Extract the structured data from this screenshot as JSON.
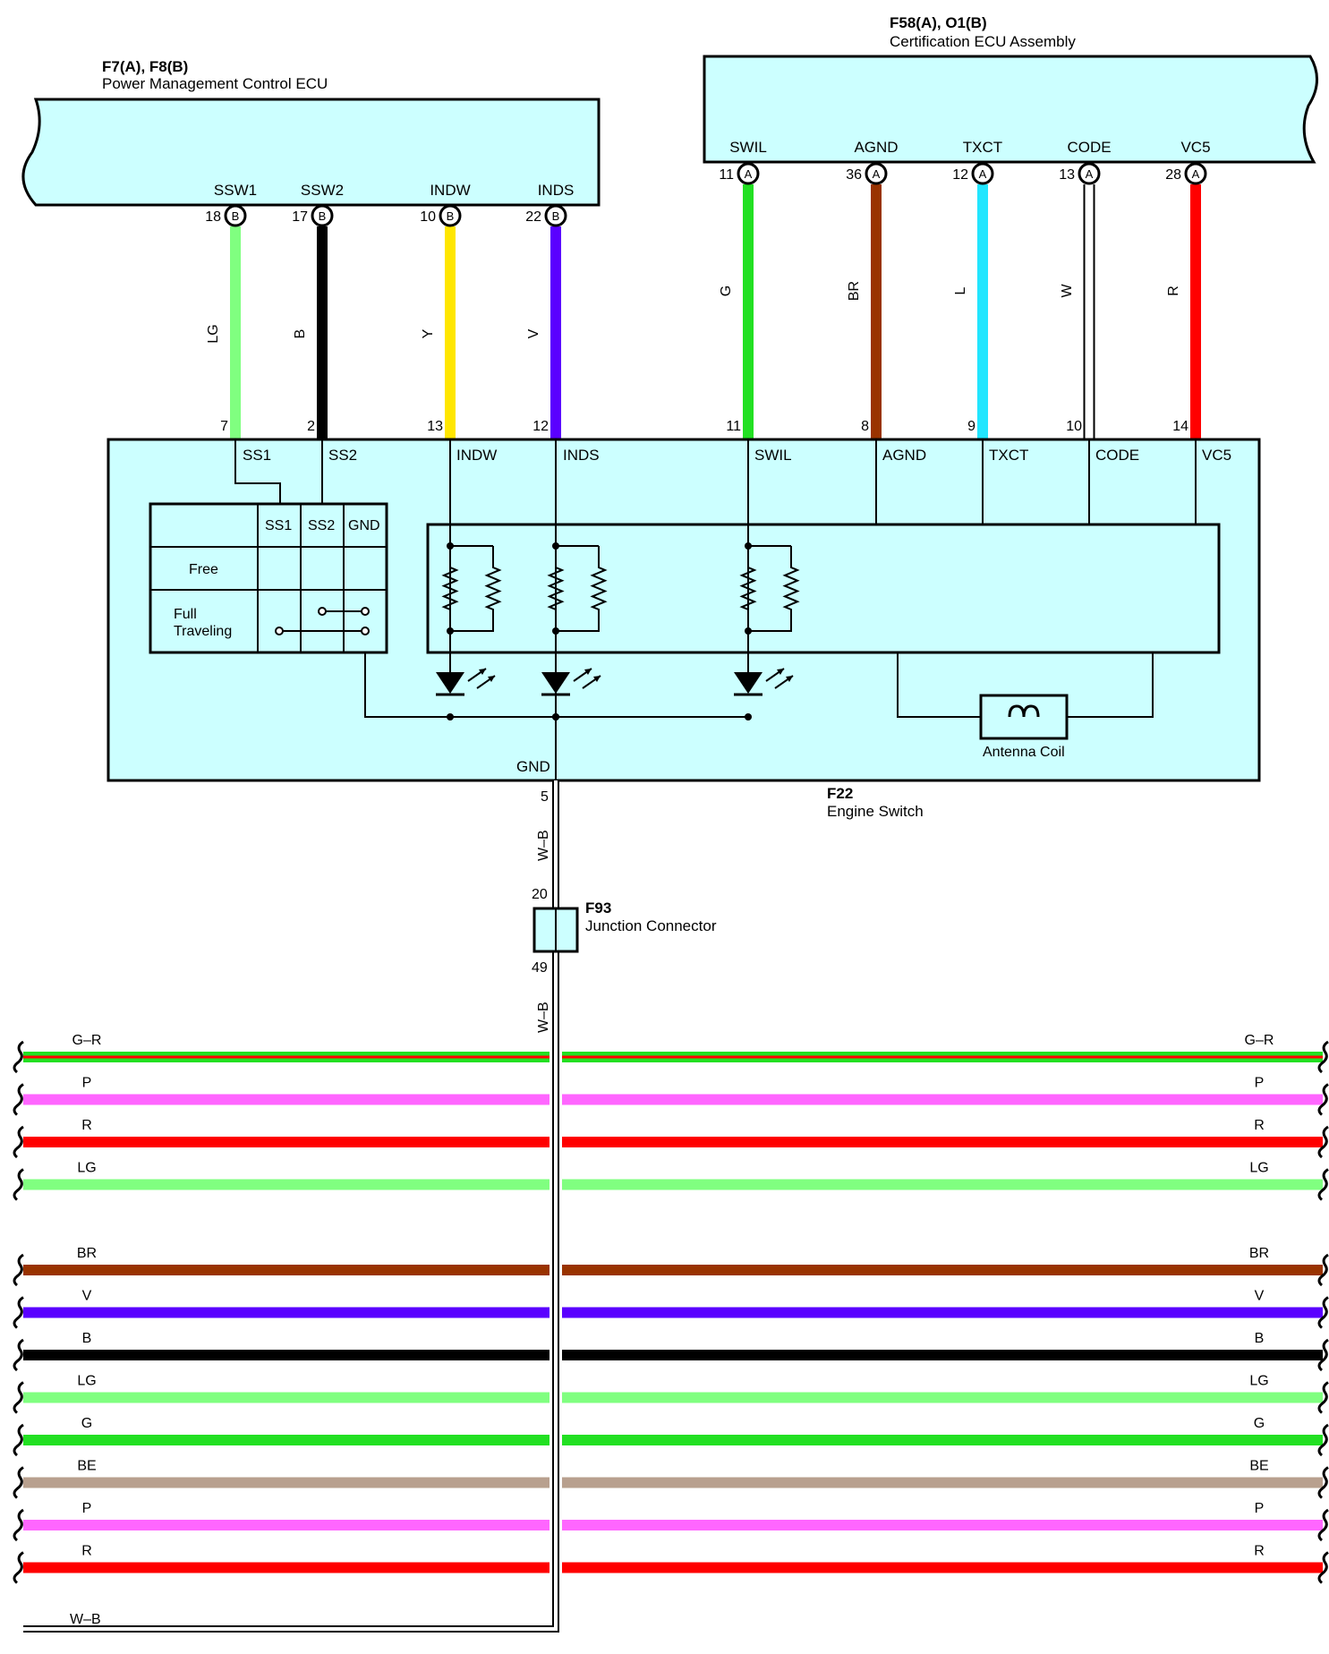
{
  "pm_ecu": {
    "connector": "F7(A), F8(B)",
    "name": "Power Management Control ECU",
    "pins": [
      {
        "term": "SSW1",
        "pin": "18",
        "conn": "B",
        "wire": "LG",
        "color": "#80ff80",
        "sw_pin": "7"
      },
      {
        "term": "SSW2",
        "pin": "17",
        "conn": "B",
        "wire": "B",
        "color": "#000000",
        "sw_pin": "2"
      },
      {
        "term": "INDW",
        "pin": "10",
        "conn": "B",
        "wire": "Y",
        "color": "#ffe600",
        "sw_pin": "13"
      },
      {
        "term": "INDS",
        "pin": "22",
        "conn": "B",
        "wire": "V",
        "color": "#5a00ff",
        "sw_pin": "12"
      }
    ]
  },
  "cert_ecu": {
    "connector": "F58(A), O1(B)",
    "name": "Certification ECU Assembly",
    "pins": [
      {
        "term": "SWIL",
        "pin": "11",
        "conn": "A",
        "wire": "G",
        "color": "#22e022",
        "sw_pin": "11"
      },
      {
        "term": "AGND",
        "pin": "36",
        "conn": "A",
        "wire": "BR",
        "color": "#993300",
        "sw_pin": "8"
      },
      {
        "term": "TXCT",
        "pin": "12",
        "conn": "A",
        "wire": "L",
        "color": "#22e6ff",
        "sw_pin": "9"
      },
      {
        "term": "CODE",
        "pin": "13",
        "conn": "A",
        "wire": "W",
        "color": "#ffffff",
        "sw_pin": "10"
      },
      {
        "term": "VC5",
        "pin": "28",
        "conn": "A",
        "wire": "R",
        "color": "#ff0000",
        "sw_pin": "14"
      }
    ]
  },
  "engine_switch": {
    "connector": "F22",
    "name": "Engine Switch",
    "terminals": [
      "SS1",
      "SS2",
      "INDW",
      "INDS",
      "SWIL",
      "AGND",
      "TXCT",
      "CODE",
      "VC5"
    ],
    "gnd_label": "GND",
    "gnd_pin": "5",
    "table": {
      "cols": [
        "SS1",
        "SS2",
        "GND"
      ],
      "rows": [
        "Free",
        "Full",
        "Traveling"
      ]
    },
    "antenna_label": "Antenna Coil"
  },
  "ground_wire": {
    "wire": "W-B",
    "wire_upper": "W–B",
    "wire_lower": "W–B",
    "pin_in": "20",
    "pin_out": "49"
  },
  "junction": {
    "connector": "F93",
    "name": "Junction Connector"
  },
  "bus_group1": [
    {
      "label": "G–R",
      "color": "#22e022",
      "stripe": "#ff0000"
    },
    {
      "label": "P",
      "color": "#ff66ff"
    },
    {
      "label": "R",
      "color": "#ff0000"
    },
    {
      "label": "LG",
      "color": "#80ff80"
    }
  ],
  "bus_group2": [
    {
      "label": "BR",
      "color": "#993300"
    },
    {
      "label": "V",
      "color": "#5a00ff"
    },
    {
      "label": "B",
      "color": "#000000"
    },
    {
      "label": "LG",
      "color": "#80ff80"
    },
    {
      "label": "G",
      "color": "#22e022"
    },
    {
      "label": "BE",
      "color": "#b8a08e"
    },
    {
      "label": "P",
      "color": "#ff66ff"
    },
    {
      "label": "R",
      "color": "#ff0000"
    }
  ],
  "bottom_wire": {
    "label": "W–B"
  }
}
